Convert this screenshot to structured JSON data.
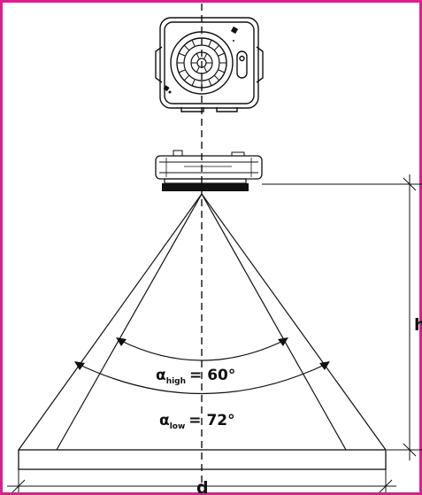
{
  "diagram": {
    "labels": {
      "height": "h",
      "diameter": "d"
    },
    "angles": {
      "high": {
        "symbol": "α",
        "subscript": "high",
        "equals": "= 60°"
      },
      "low": {
        "symbol": "α",
        "subscript": "low",
        "equals": "= 72°"
      }
    },
    "colors": {
      "frame": "#d8218a",
      "lines": "#111111",
      "background": "#ffffff"
    }
  }
}
